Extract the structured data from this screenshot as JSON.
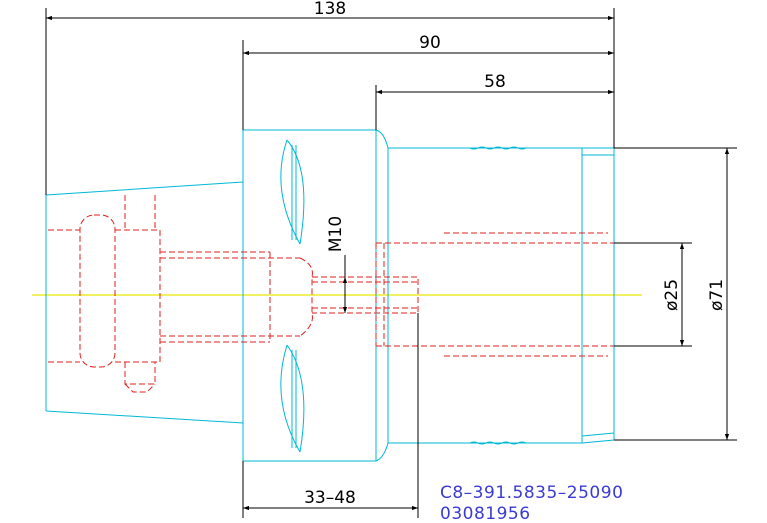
{
  "dimensions": {
    "overall_length": "138",
    "length_90": "90",
    "length_58": "58",
    "thread": "M10",
    "bore_diameter": "ø25",
    "outer_diameter": "ø71",
    "clamp_range": "33–48"
  },
  "part": {
    "code": "C8–391.5835–25090",
    "number": "03081956"
  },
  "colors": {
    "outline": "#00b8d4",
    "hidden": "#e0201e",
    "centerline": "#e6e600",
    "dimension": "#000000",
    "part_text": "#3a3ad6"
  }
}
